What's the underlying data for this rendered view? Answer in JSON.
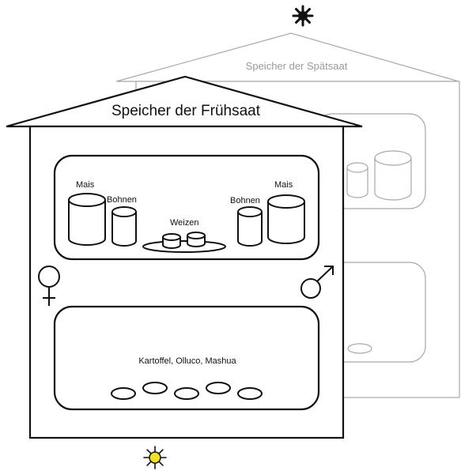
{
  "back_house": {
    "title": "Speicher der Spätsaat"
  },
  "front_house": {
    "title": "Speicher der Frühsaat",
    "upper_store": {
      "left_big_jar": "Mais",
      "left_small_jar": "Bohnen",
      "center_plate": "Weizen",
      "right_small_jar": "Bohnen",
      "right_big_jar": "Mais"
    },
    "lower_store": {
      "label": "Kartoffel, Olluco, Mashua",
      "tuber_count": 5
    }
  },
  "symbols": {
    "left": "female-symbol",
    "right": "male-symbol",
    "top": "black-sun-icon",
    "bottom": "yellow-sun-icon"
  },
  "colors": {
    "stroke": "#111111",
    "faded_stroke": "#a8a8a8",
    "sun_top": "#111111",
    "sun_bottom": "#f2e21a"
  }
}
